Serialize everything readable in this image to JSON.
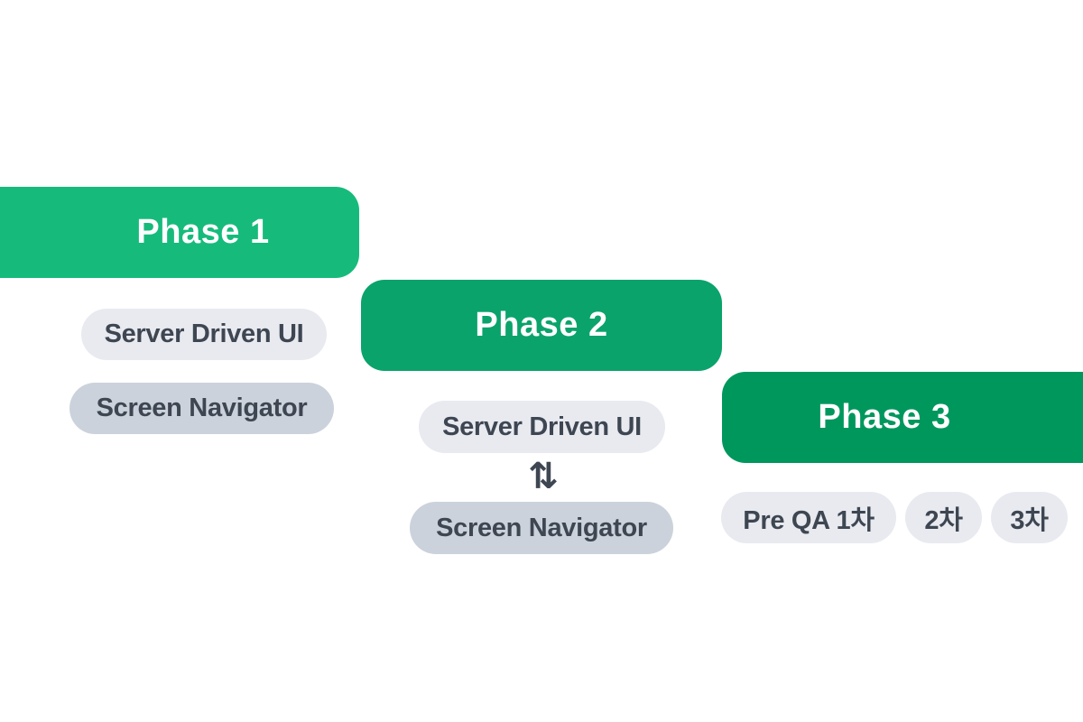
{
  "diagram": {
    "type": "phase-roadmap",
    "phases": [
      {
        "label": "Phase 1",
        "items": [
          {
            "text": "Server Driven UI",
            "style": "light"
          },
          {
            "text": "Screen Navigator",
            "style": "dark"
          }
        ]
      },
      {
        "label": "Phase 2",
        "connector_icon": "⇅",
        "items": [
          {
            "text": "Server Driven UI",
            "style": "light"
          },
          {
            "text": "Screen Navigator",
            "style": "dark"
          }
        ]
      },
      {
        "label": "Phase 3",
        "items": [
          {
            "text": "Pre QA 1차",
            "style": "light"
          },
          {
            "text": "2차",
            "style": "light"
          },
          {
            "text": "3차",
            "style": "light"
          }
        ]
      }
    ],
    "colors": {
      "phase1_green": "#16bb7b",
      "phase2_green": "#0aa36c",
      "phase3_green": "#00975d",
      "pill_light": "#e8eaf0",
      "pill_dark": "#cbd2db",
      "pill_text": "#3e4652",
      "phase_text": "#ffffff",
      "background": "#ffffff"
    }
  }
}
